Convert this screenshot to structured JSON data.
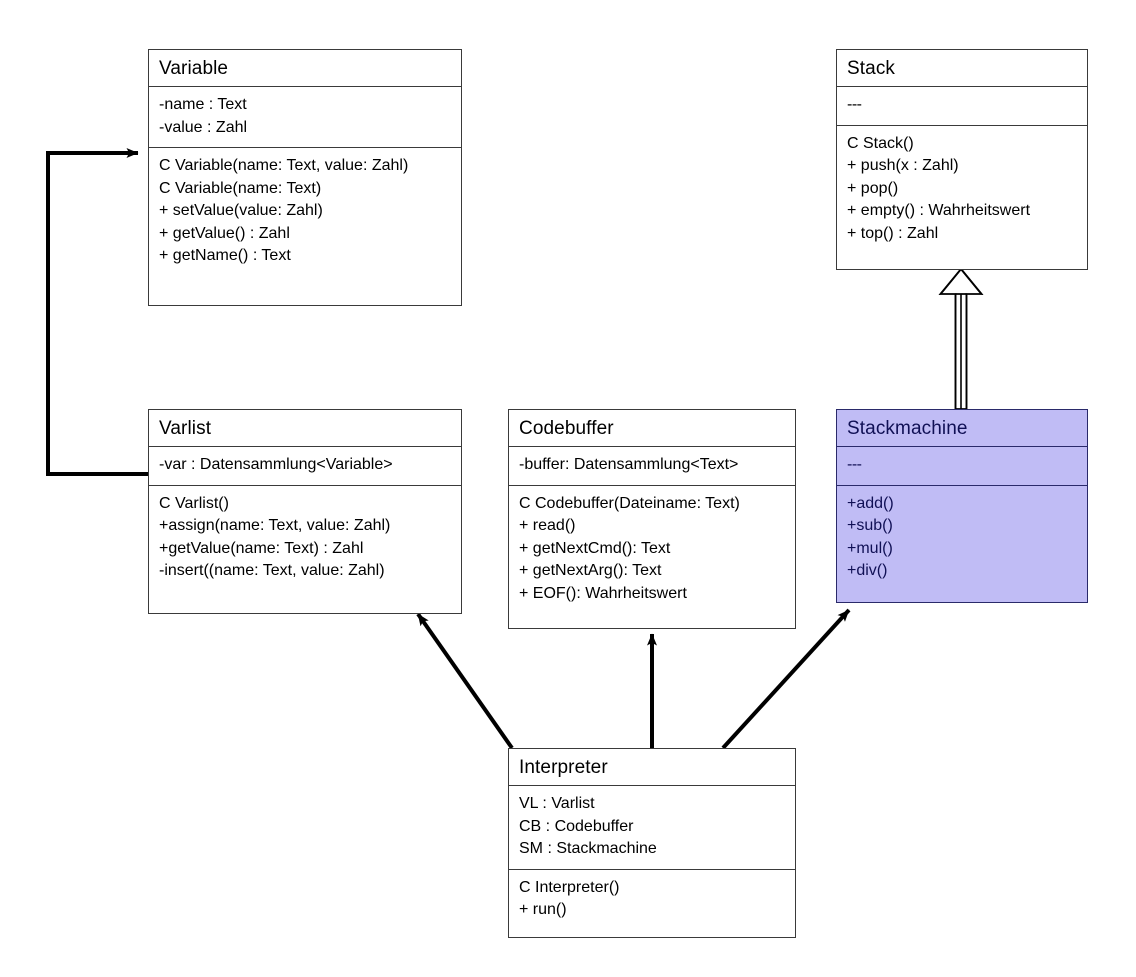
{
  "diagram": {
    "title": "UML class diagram",
    "background_color": "#ffffff",
    "line_color": "#000000",
    "accent_fill": "#c0bcf5",
    "accent_text": "#101055"
  },
  "classes": [
    {
      "id": "variable",
      "name": "Variable",
      "highlighted": false,
      "attributes": [
        "-name : Text",
        "-value : Zahl"
      ],
      "operations": [
        "C Variable(name: Text, value: Zahl)",
        "C Variable(name: Text)",
        "+ setValue(value:  Zahl)",
        "+ getValue() : Zahl",
        "+ getName() : Text"
      ]
    },
    {
      "id": "stack",
      "name": "Stack",
      "highlighted": false,
      "attributes": [
        "---"
      ],
      "operations": [
        "C Stack()",
        "+ push(x : Zahl)",
        "+ pop()",
        "+ empty() : Wahrheitswert",
        "+ top() : Zahl"
      ]
    },
    {
      "id": "varlist",
      "name": "Varlist",
      "highlighted": false,
      "attributes": [
        "-var : Datensammlung<Variable>"
      ],
      "operations": [
        "C Varlist()",
        "+assign(name: Text, value: Zahl)",
        "+getValue(name: Text) : Zahl",
        "-insert((name: Text, value: Zahl)"
      ]
    },
    {
      "id": "codebuffer",
      "name": "Codebuffer",
      "highlighted": false,
      "attributes": [
        "-buffer: Datensammlung<Text>"
      ],
      "operations": [
        "C Codebuffer(Dateiname: Text)",
        "+ read()",
        "+ getNextCmd(): Text",
        "+ getNextArg(): Text",
        "+ EOF(): Wahrheitswert"
      ]
    },
    {
      "id": "stackmachine",
      "name": "Stackmachine",
      "highlighted": true,
      "attributes": [
        "---"
      ],
      "operations": [
        "+add()",
        "+sub()",
        "+mul()",
        "+div()"
      ]
    },
    {
      "id": "interpreter",
      "name": "Interpreter",
      "highlighted": false,
      "attributes": [
        "VL : Varlist",
        "CB : Codebuffer",
        "SM : Stackmachine"
      ],
      "operations": [
        "C Interpreter()",
        "+ run()"
      ]
    }
  ],
  "relationships": [
    {
      "id": "varlist-to-variable",
      "from": "varlist",
      "to": "variable",
      "kind": "association-directed",
      "arrow": "solid-filled"
    },
    {
      "id": "stackmachine-to-stack",
      "from": "stackmachine",
      "to": "stack",
      "kind": "generalization",
      "arrow": "hollow-triangle"
    },
    {
      "id": "interpreter-to-varlist",
      "from": "interpreter",
      "to": "varlist",
      "kind": "association-directed",
      "arrow": "solid-filled"
    },
    {
      "id": "interpreter-to-codebuffer",
      "from": "interpreter",
      "to": "codebuffer",
      "kind": "association-directed",
      "arrow": "solid-filled"
    },
    {
      "id": "interpreter-to-stackmachine",
      "from": "interpreter",
      "to": "stackmachine",
      "kind": "association-directed",
      "arrow": "solid-filled"
    }
  ]
}
